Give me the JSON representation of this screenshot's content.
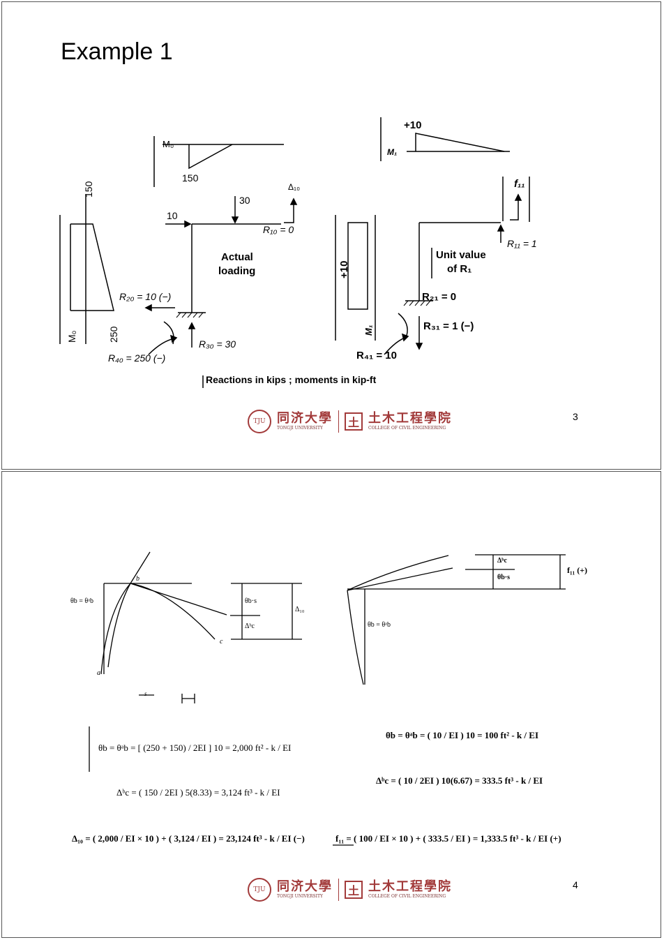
{
  "slide1": {
    "title": "Example 1",
    "page_number": "3",
    "labels": {
      "m0_top": "M₀",
      "m0_top_val": "150",
      "m0_left_val": "150",
      "m0_left": "M₀",
      "m0_left_bot": "250",
      "load_10": "10",
      "load_30": "30",
      "delta10": "Δ₁₀",
      "r10": "R₁₀ = 0",
      "actual": "Actual",
      "loading": "loading",
      "r20": "R₂₀ = 10 (−)",
      "r30": "R₃₀ = 30",
      "r40": "R₄₀ = 250 (−)",
      "m1_top_val": "+10",
      "m1_top": "M₁",
      "f11": "f₁₁",
      "r11": "R₁₁ = 1",
      "unit_value": "Unit value",
      "of_r1": "of R₁",
      "m1_left_val": "+10",
      "m1_left": "M₁",
      "r21": "R₂₁ = 0",
      "r31": "R₃₁ = 1 (−)",
      "r41": "R₄₁ = 10",
      "caption": "Reactions in kips ;  moments in kip-ft"
    }
  },
  "slide2": {
    "page_number": "4",
    "labels": {
      "b": "b",
      "a": "a",
      "c": "c",
      "theta_b_left": "θb = θᵃb",
      "theta_s": "θb·s",
      "delta_cb": "Δᵇc",
      "delta10": "Δ₁₀",
      "s": "s",
      "theta_b_right": "θb = θᵃb",
      "delta_cb_r": "Δᵇc",
      "theta_s_r": "θb·s",
      "f11": "f₁₁ (+)"
    },
    "equations": {
      "eq1": "θb = θᵃb = [ (250 + 150) / 2EI ] 10 = 2,000 ft² - k / EI",
      "eq2": "Δᵇc = ( 150 / 2EI ) 5(8.33) = 3,124 ft³ - k / EI",
      "eq3": "Δ₁₀ = ( 2,000 / EI × 10 ) + ( 3,124 / EI ) = 23,124 ft³ - k / EI (−)",
      "eq4": "θb = θᵃb = ( 10 / EI ) 10 = 100 ft² - k / EI",
      "eq5": "Δᵇc = ( 10 / 2EI ) 10(6.67) = 333.5 ft³ - k / EI",
      "eq6": "f₁₁ = ( 100 / EI × 10 ) + ( 333.5 / EI ) = 1,333.5 ft³ - k / EI (+)"
    }
  },
  "logo": {
    "seal_text": "TJU",
    "university_cn": "同济大學",
    "university_en": "TONGJI UNIVERSITY",
    "college_icon": "土",
    "college_cn": "土木工程學院",
    "college_en": "COLLEGE OF CIVIL ENGINEERING"
  }
}
